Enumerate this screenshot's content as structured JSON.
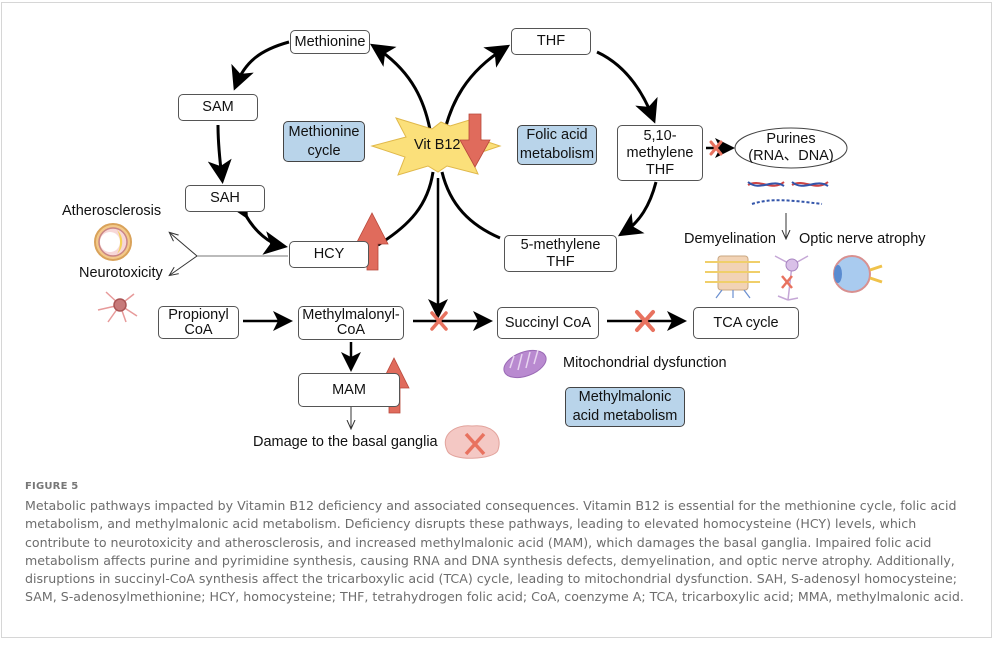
{
  "figure": {
    "label": "FIGURE 5",
    "caption": "Metabolic pathways impacted by Vitamin B12 deficiency and associated consequences. Vitamin B12 is essential for the methionine cycle, folic acid metabolism, and methylmalonic acid metabolism. Deficiency disrupts these pathways, leading to elevated homocysteine (HCY) levels, which contribute to neurotoxicity and atherosclerosis, and increased methylmalonic acid (MAM), which damages the basal ganglia. Impaired folic acid metabolism affects purine and pyrimidine synthesis, causing RNA and DNA synthesis defects, demyelination, and optic nerve atrophy. Additionally, disruptions in succinyl-CoA synthesis affect the tricarboxylic acid (TCA) cycle, leading to mitochondrial dysfunction. SAH, S-adenosyl homocysteine; SAM, S-adenosylmethionine; HCY, homocysteine; THF, tetrahydrogen folic acid; CoA, coenzyme A; TCA, tricarboxylic acid; MMA, methylmalonic acid."
  },
  "diagram": {
    "center": {
      "label": "Vit B12",
      "trend": "down"
    },
    "cycle_labels": {
      "methionine": [
        "Methionine",
        "cycle"
      ],
      "folic": [
        "Folic acid",
        "metabolism"
      ],
      "methylmalonic": [
        "Methylmalonic",
        "acid metabolism"
      ]
    },
    "nodes": {
      "methionine": "Methionine",
      "sam": "SAM",
      "sah": "SAH",
      "hcy": "HCY",
      "thf": "THF",
      "methylene_510": [
        "5,10-",
        "methylene",
        "THF"
      ],
      "methylene_5": [
        "5-methylene",
        "THF"
      ],
      "purines": [
        "Purines",
        "(RNA、DNA)"
      ],
      "propionyl": [
        "Propionyl",
        "CoA"
      ],
      "methylmalonyl": [
        "Methylmalonyl-",
        "CoA"
      ],
      "succinyl": "Succinyl CoA",
      "tca": "TCA cycle",
      "mam": "MAM"
    },
    "trends": {
      "hcy": "up",
      "mam": "up"
    },
    "outcomes": {
      "atherosclerosis": "Atherosclerosis",
      "neurotoxicity": "Neurotoxicity",
      "demyelination": "Demyelination",
      "optic_nerve": "Optic nerve atrophy",
      "mitochondrial": "Mitochondrial dysfunction",
      "basal_ganglia": "Damage to the basal ganglia"
    },
    "colors": {
      "label_box": "#b9d4ea",
      "star": "#fbe07a",
      "trend_arrow": "#e06b5c",
      "block_x": "#e8725f"
    }
  }
}
